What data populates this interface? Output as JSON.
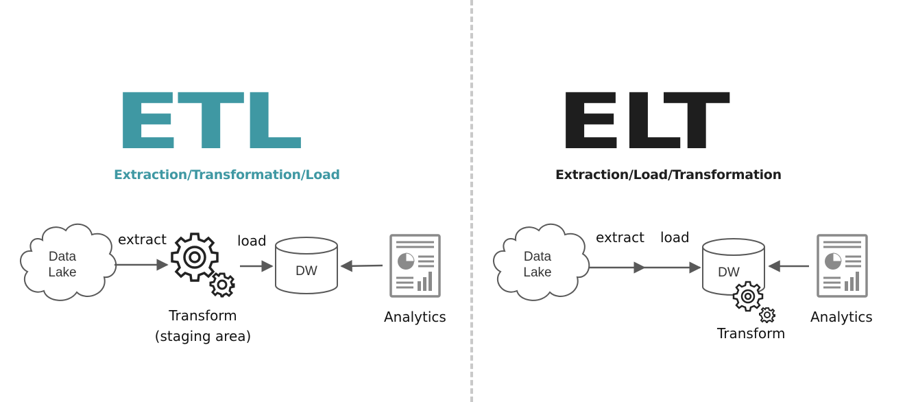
{
  "colors": {
    "etl_accent": "#3f98a3",
    "elt_accent": "#1e1e1e",
    "stroke": "#595959",
    "divider": "#c9c9c9"
  },
  "etl": {
    "title": "ETL",
    "subtitle": "Extraction/Transformation/Load",
    "source": [
      "Data",
      "Lake"
    ],
    "extract_label": "extract",
    "load_label": "load",
    "transform_label": [
      "Transform",
      "(staging area)"
    ],
    "dw_label": "DW",
    "analytics_label": "Analytics",
    "icons": [
      "cloud-icon",
      "gears-icon",
      "database-cylinder-icon",
      "report-document-icon"
    ]
  },
  "elt": {
    "title": "ELT",
    "subtitle": "Extraction/Load/Transformation",
    "source": [
      "Data",
      "Lake"
    ],
    "extract_label": "extract",
    "load_label": "load",
    "transform_label": "Transform",
    "dw_label": "DW",
    "analytics_label": "Analytics",
    "icons": [
      "cloud-icon",
      "database-cylinder-icon",
      "gears-icon",
      "report-document-icon"
    ]
  }
}
